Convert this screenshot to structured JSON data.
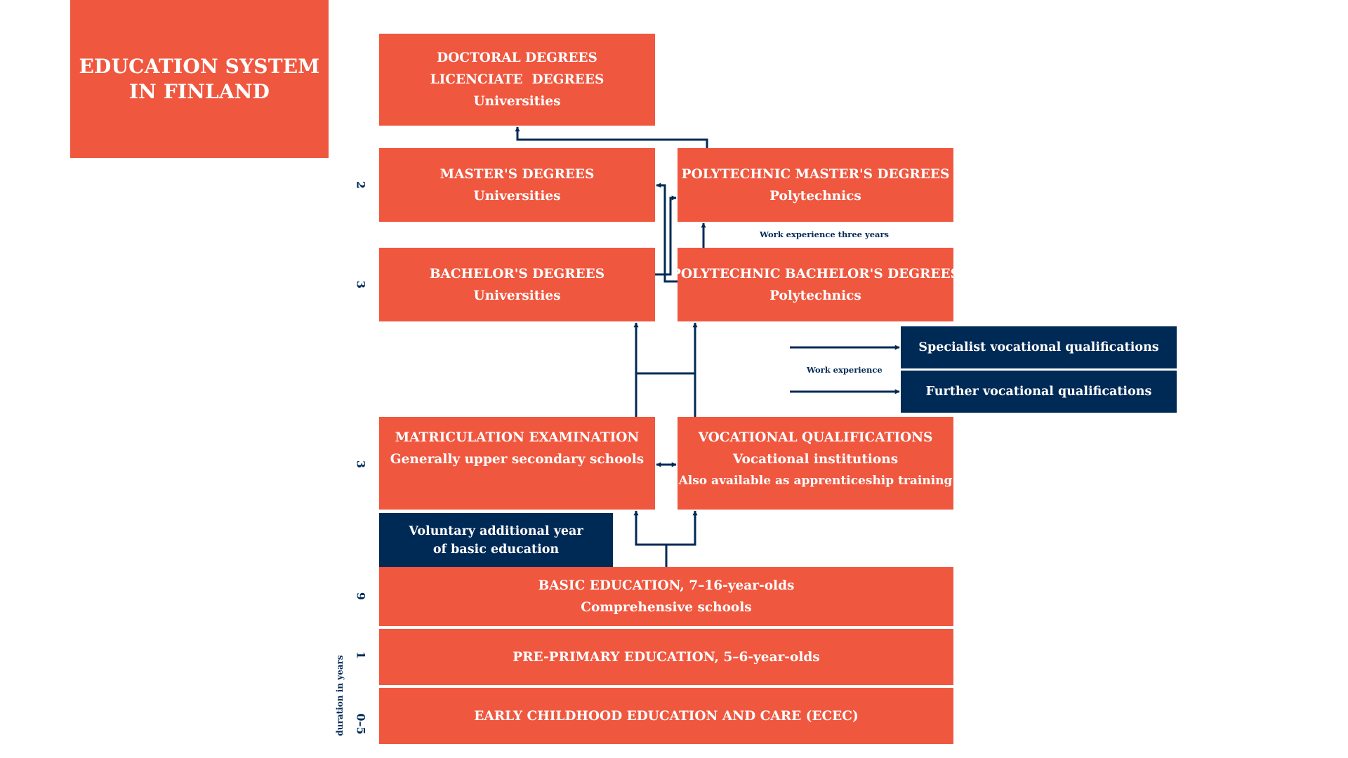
{
  "title": {
    "line1": "EDUCATION SYSTEM",
    "line2": "IN FINLAND"
  },
  "boxes": {
    "doctoral": {
      "line1": "DOCTORAL DEGREES",
      "line2": "LICENCIATE  DEGREES",
      "line3": "Universities"
    },
    "masters": {
      "line1": "MASTER'S DEGREES",
      "line2": "Universities"
    },
    "poly_masters": {
      "line1": "POLYTECHNIC MASTER'S DEGREES",
      "line2": "Polytechnics"
    },
    "bachelors": {
      "line1": "BACHELOR'S DEGREES",
      "line2": "Universities"
    },
    "poly_bachelors": {
      "line1": "POLYTECHNIC BACHELOR'S DEGREES",
      "line2": "Polytechnics"
    },
    "specialist": {
      "label": "Specialist vocational qualifications"
    },
    "further": {
      "label": "Further vocational qualifications"
    },
    "matriculation": {
      "line1": "MATRICULATION EXAMINATION",
      "line2": "Generally upper secondary schools"
    },
    "vocational": {
      "line1": "VOCATIONAL QUALIFICATIONS",
      "line2": "Vocational institutions",
      "line3": "Also available as apprenticeship training"
    },
    "voluntary": {
      "line1": "Voluntary additional year",
      "line2": "of basic education"
    },
    "basic": {
      "line1": "BASIC EDUCATION, 7–16-year-olds",
      "line2": "Comprehensive schools"
    },
    "preprimary": {
      "label": "PRE-PRIMARY EDUCATION, 5–6-year-olds"
    },
    "ecec": {
      "label": "EARLY CHILDHOOD EDUCATION AND CARE (ECEC)"
    }
  },
  "notes": {
    "work_experience_three_years": "Work experience three years",
    "work_experience": "Work experience"
  },
  "durations": {
    "masters": "2",
    "bachelors": "3",
    "upper_secondary": "3",
    "basic": "9",
    "preprimary": "1",
    "ecec": "0–5"
  },
  "axis_label": "duration in years",
  "colors": {
    "orange": "#F0573F",
    "navy": "#002A56",
    "background": "#FFFFFF"
  }
}
